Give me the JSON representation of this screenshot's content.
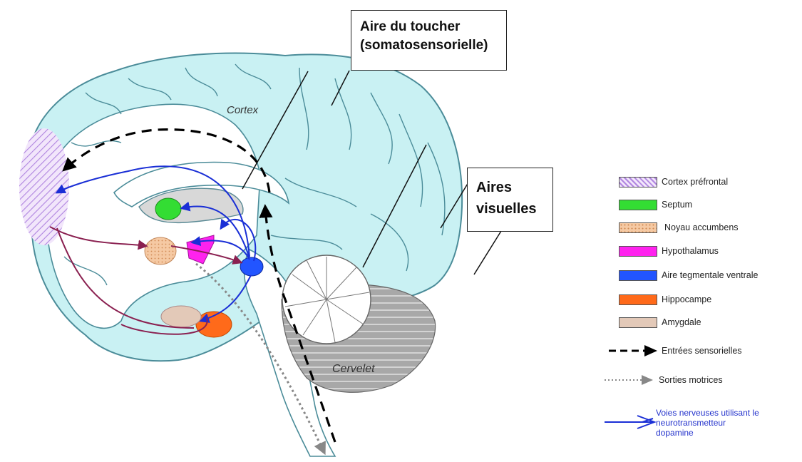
{
  "callouts": {
    "touch_area": [
      "Aire du toucher",
      "(somatosensorielle)"
    ],
    "visual_areas": [
      "Aires",
      "visuelles"
    ]
  },
  "brain_labels": {
    "cortex": "Cortex",
    "cerebellum": "Cervelet"
  },
  "legend": {
    "items": [
      {
        "key": "prefrontal",
        "label": "Cortex préfrontal",
        "color": "#c8a2e6",
        "pattern": "hatch"
      },
      {
        "key": "septum",
        "label": "Septum",
        "color": "#33dd33",
        "pattern": "solid"
      },
      {
        "key": "accumbens",
        "label": "Noyau accumbens",
        "color": "#f3c49e",
        "pattern": "dotted"
      },
      {
        "key": "hypothalamus",
        "label": "Hypothalamus",
        "color": "#ff22ee",
        "pattern": "solid"
      },
      {
        "key": "vta",
        "label": "Aire tegmentale ventrale",
        "color": "#2255ff",
        "pattern": "solid"
      },
      {
        "key": "hippocampus",
        "label": "Hippocampe",
        "color": "#ff6a1a",
        "pattern": "solid"
      },
      {
        "key": "amygdala",
        "label": "Amygdale",
        "color": "#e3c9b8",
        "pattern": "solid"
      }
    ],
    "sensory_inputs": "Entrées sensorielles",
    "motor_outputs": "Sorties  motrices",
    "dopamine_lines": [
      "Voies nerveuses utilisant le",
      "neurotransmetteur",
      "dopamine"
    ]
  },
  "colors": {
    "cortex_fill": "#c9f1f3",
    "outline": "#4b8c99",
    "dopamine_path": "#1a2fd6",
    "accumbens_path": "#8a2050",
    "sensory_path": "#000000",
    "motor_path": "#777777",
    "cerebellum_grey": "#a9a9a9"
  }
}
